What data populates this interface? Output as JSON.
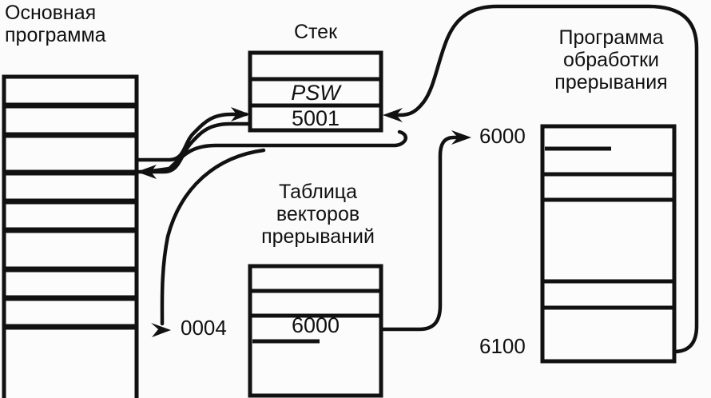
{
  "diagram": {
    "title_main_program": "Основная\nпрограмма",
    "title_stack": "Стек",
    "title_vector_table": "Таблица\nвекторов\nпрерываний",
    "title_handler": "Программа\nобработки\nпрерывания",
    "colors": {
      "ink": "#111111",
      "background": "#fbfbfb",
      "cell_fill": "#fcfcfc"
    }
  },
  "main_program": {
    "name": "Основная программа",
    "rows": [
      "",
      "",
      "",
      "",
      "",
      "",
      "",
      "",
      ""
    ]
  },
  "stack": {
    "name": "Стек",
    "rows": [
      {
        "text": "",
        "style": "plain"
      },
      {
        "text": "PSW",
        "style": "italic"
      },
      {
        "text": "5001",
        "style": "plain"
      }
    ]
  },
  "vector_table": {
    "name": "Таблица векторов прерываний",
    "index_label": "0004",
    "rows": [
      {
        "text": ""
      },
      {
        "text": ""
      },
      {
        "text": "6000"
      },
      {
        "text": ""
      }
    ]
  },
  "handler": {
    "name": "Программа обработки прерывания",
    "start_address": "6000",
    "end_address": "6100",
    "rows": [
      "",
      "",
      "",
      "",
      ""
    ]
  },
  "arrows": [
    {
      "id": "main-to-stack-push",
      "from": "main_program",
      "to": "stack"
    },
    {
      "id": "main-to-vector-table",
      "from": "main_program",
      "to": "vector_table"
    },
    {
      "id": "vector-to-handler-start",
      "from": "vector_table",
      "to": "handler"
    },
    {
      "id": "handler-return-to-stack",
      "from": "handler",
      "to": "stack"
    },
    {
      "id": "stack-pop-to-main",
      "from": "stack",
      "to": "main_program"
    }
  ]
}
